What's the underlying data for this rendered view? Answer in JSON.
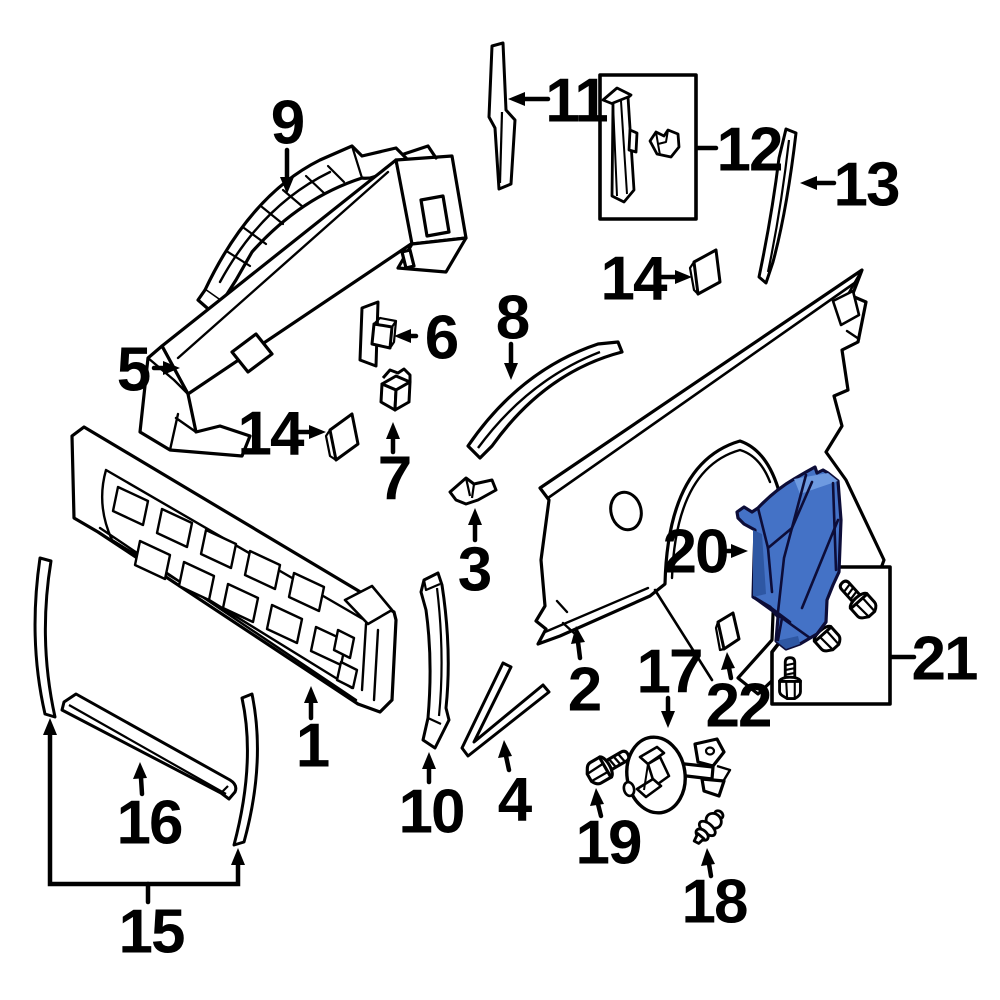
{
  "diagram": {
    "background": "#ffffff",
    "line_color": "#000000",
    "highlight": {
      "callout": "20",
      "fill": "#4472c6",
      "fill_dark": "#2e57a3",
      "fill_light": "#6e9ae0"
    },
    "callouts": [
      {
        "label": "1"
      },
      {
        "label": "2"
      },
      {
        "label": "3"
      },
      {
        "label": "4"
      },
      {
        "label": "5"
      },
      {
        "label": "6"
      },
      {
        "label": "7"
      },
      {
        "label": "8"
      },
      {
        "label": "9"
      },
      {
        "label": "10"
      },
      {
        "label": "11"
      },
      {
        "label": "12"
      },
      {
        "label": "13"
      },
      {
        "label": "14"
      },
      {
        "label": "14"
      },
      {
        "label": "15"
      },
      {
        "label": "16"
      },
      {
        "label": "17"
      },
      {
        "label": "18"
      },
      {
        "label": "19"
      },
      {
        "label": "20"
      },
      {
        "label": "21"
      },
      {
        "label": "22"
      }
    ]
  }
}
